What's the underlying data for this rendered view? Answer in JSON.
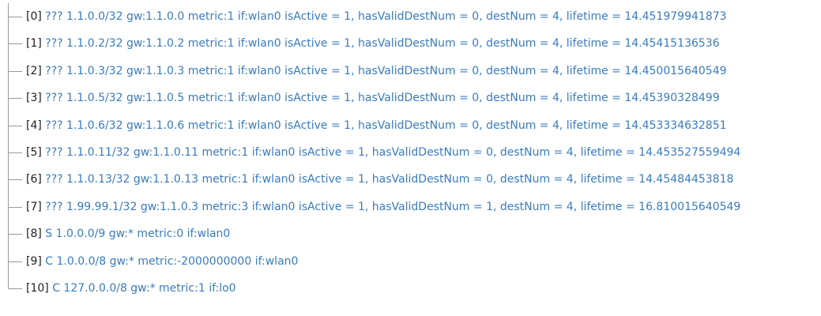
{
  "routes": [
    {
      "index": "[0]",
      "value": "??? 1.1.0.0/32 gw:1.1.0.0 metric:1 if:wlan0 isActive = 1, hasValidDestNum = 0, destNum = 4, lifetime = 14.451979941873"
    },
    {
      "index": "[1]",
      "value": "??? 1.1.0.2/32 gw:1.1.0.2 metric:1 if:wlan0 isActive = 1, hasValidDestNum = 0, destNum = 4, lifetime = 14.45415136536"
    },
    {
      "index": "[2]",
      "value": "??? 1.1.0.3/32 gw:1.1.0.3 metric:1 if:wlan0 isActive = 1, hasValidDestNum = 0, destNum = 4, lifetime = 14.450015640549"
    },
    {
      "index": "[3]",
      "value": "??? 1.1.0.5/32 gw:1.1.0.5 metric:1 if:wlan0 isActive = 1, hasValidDestNum = 0, destNum = 4, lifetime = 14.45390328499"
    },
    {
      "index": "[4]",
      "value": "??? 1.1.0.6/32 gw:1.1.0.6 metric:1 if:wlan0 isActive = 1, hasValidDestNum = 0, destNum = 4, lifetime = 14.453334632851"
    },
    {
      "index": "[5]",
      "value": "??? 1.1.0.11/32 gw:1.1.0.11 metric:1 if:wlan0 isActive = 1, hasValidDestNum = 0, destNum = 4, lifetime = 14.453527559494"
    },
    {
      "index": "[6]",
      "value": "??? 1.1.0.13/32 gw:1.1.0.13 metric:1 if:wlan0 isActive = 1, hasValidDestNum = 0, destNum = 4, lifetime = 14.45484453818"
    },
    {
      "index": "[7]",
      "value": "??? 1.99.99.1/32 gw:1.1.0.3 metric:3 if:wlan0 isActive = 1, hasValidDestNum = 1, destNum = 4, lifetime = 16.810015640549"
    },
    {
      "index": "[8]",
      "value": "S 1.0.0.0/9 gw:* metric:0 if:wlan0"
    },
    {
      "index": "[9]",
      "value": "C 1.0.0.0/8 gw:* metric:-2000000000 if:wlan0"
    },
    {
      "index": "[10]",
      "value": "C 127.0.0.0/8 gw:* metric:1 if:lo0"
    }
  ]
}
